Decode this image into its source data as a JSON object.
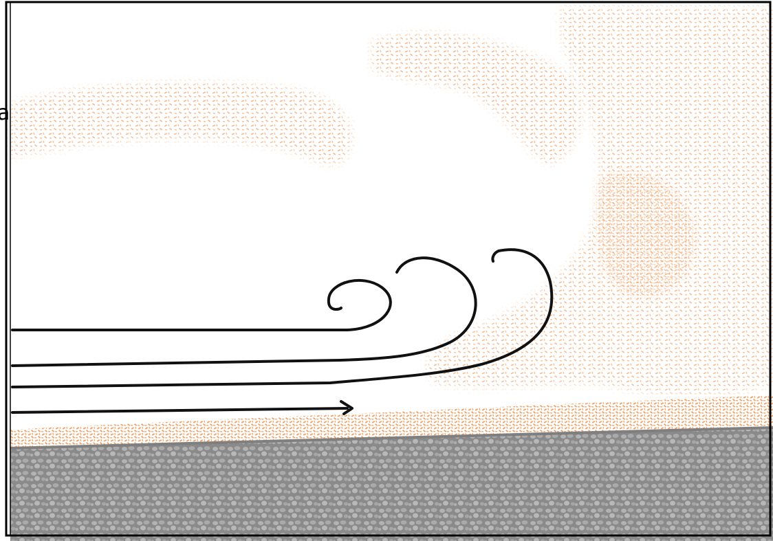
{
  "panel_label": "a",
  "colors": {
    "dust": "#f5a86e",
    "dust_dense": "#f09a5a",
    "ground_dark": "#8a8a8a",
    "ground_light": "#b3b3b3",
    "flow_lines": "#111111",
    "frame": "#000000"
  },
  "elements": {
    "dust_plumes": "dust-plume",
    "surface_dust_layer": "surface-dust-layer",
    "ground": "rocky-ground",
    "wind_arrows": "wind-flow-lines"
  }
}
